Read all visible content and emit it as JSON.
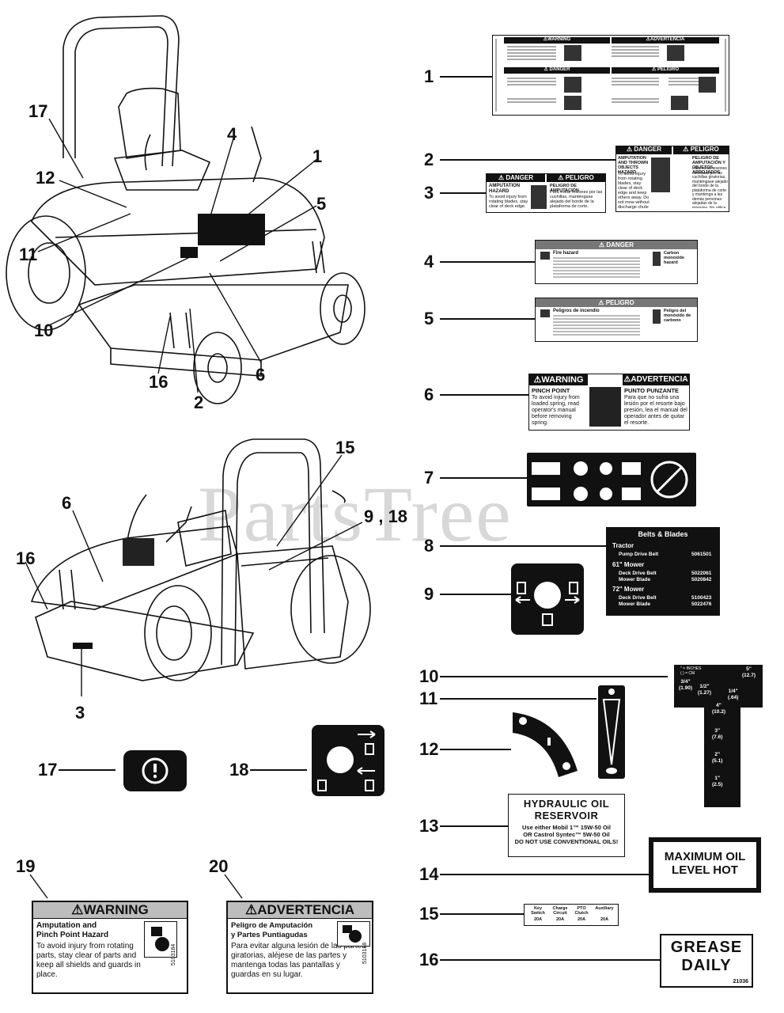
{
  "watermark": "PartsTree",
  "callouts": {
    "c1": "1",
    "c2": "2",
    "c3": "3",
    "c4": "4",
    "c5": "5",
    "c6": "6",
    "c7": "7",
    "c8": "8",
    "c9": "9",
    "c10": "10",
    "c11": "11",
    "c12": "12",
    "c13": "13",
    "c14": "14",
    "c15": "15",
    "c16": "16",
    "c17": "17",
    "c18": "18",
    "c19": "19",
    "c20": "20",
    "d17": "17",
    "d12": "12",
    "d11": "11",
    "d10": "10",
    "d16": "16",
    "d2": "2",
    "d6": "6",
    "d5": "5",
    "d4": "4",
    "d1": "1",
    "r15": "15",
    "r918": "9 , 18",
    "r6": "6",
    "r16": "16",
    "r3": "3"
  },
  "decal1": {
    "warning": "⚠WARNING",
    "advertencia": "⚠ADVERTENCIA",
    "danger": "⚠ DANGER",
    "peligro": "⚠ PELIGRO"
  },
  "decal2": {
    "danger": "⚠ DANGER",
    "peligro": "⚠ PELIGRO",
    "title_en": "AMPUTATION AND THROWN OBJECTS HAZARD",
    "body_en": "To avoid injury from rotating blades, stay clear of deck edge and keep others away. Do not mow without discharge chute or entire grass catcher in place.",
    "title_es": "PELIGRO DE AMPUTACIÓN Y OBJETOS ARROJADOS",
    "body_es": "Para evitar lesiones causadas por las cuchillas giratorias, manténgase alejado del borde de la plataforma de corte y mantenga a las demás personas alejadas de la máquina. No utilice la máquina sin el tubo de descarga o sin el recogedor de césped en su lugar."
  },
  "decal3": {
    "danger": "⚠ DANGER",
    "peligro": "⚠ PELIGRO",
    "title_en": "AMPUTATION HAZARD",
    "body_en": "To avoid injury from rotating blades, stay clear of deck edge.",
    "title_es": "PELIGRO DE AMPUTACIÓN",
    "body_es": "Para evitar lesiones por las cuchillas, manténgase alejado del borde de la plataforma de corte."
  },
  "decal4": {
    "header": "⚠ DANGER",
    "fire": "Fire hazard",
    "co": "Carbon monoxide hazard"
  },
  "decal5": {
    "header": "⚠ PELIGRO",
    "fire": "Peligros de incendio",
    "co": "Peligro del monóxido de carbono"
  },
  "decal6": {
    "warning": "⚠WARNING",
    "advertencia": "⚠ADVERTENCIA",
    "title_en": "PINCH POINT",
    "body_en": "To avoid injury from loaded spring, read operator's manual before removing spring.",
    "title_es": "PUNTO PUNZANTE",
    "body_es": "Para que no sufra una lesión por el resorte bajo presión, lea el manual del operador antes de quitar el resorte."
  },
  "decal8": {
    "title": "Belts & Blades",
    "tractor": "Tractor",
    "pump_label": "Pump Drive Belt",
    "pump_val": "5061501",
    "m61": "61\" Mower",
    "deck61_label": "Deck Drive Belt",
    "deck61_val": "5022061",
    "blade61_label": "Mower Blade",
    "blade61_val": "5020842",
    "m72": "72\" Mower",
    "deck72_label": "Deck Drive Belt",
    "deck72_val": "5100423",
    "blade72_label": "Mower Blade",
    "blade72_val": "5022476"
  },
  "decal10": {
    "inches": "\" = INCHES\n( ) = CM",
    "v5": "5\"\n(12.7)",
    "v34": "3/4\"\n(1.90)",
    "v12": "1/2\"\n(1.27)",
    "v14": "1/4\"\n(.64)",
    "v4": "4\"\n(10.2)",
    "v3": "3\"\n(7.6)",
    "v2": "2\"\n(5.1)",
    "v1": "1\"\n(2.5)"
  },
  "decal13": {
    "line1": "HYDRAULIC OIL",
    "line2": "RESERVOIR",
    "line3": "Use either Mobil 1™ 15W-50 Oil",
    "line4": "OR Castrol Syntec™ 5W-50 Oil",
    "line5": "DO NOT USE CONVENTIONAL OILS!"
  },
  "decal14": {
    "line1": "MAXIMUM OIL",
    "line2": "LEVEL HOT"
  },
  "decal15": {
    "h1": "Key\nSwitch",
    "h2": "Charge\nCircuit",
    "h3": "PTO\nClutch",
    "h4": "Auxiliary",
    "v1": "20A",
    "v2": "20A",
    "v3": "20A",
    "v4": "20A"
  },
  "decal16": {
    "line1": "GREASE",
    "line2": "DAILY",
    "code": "21036"
  },
  "decal19": {
    "header": "⚠WARNING",
    "title": "Amputation and\nPinch Point Hazard",
    "body": "To avoid injury from rotating parts, stay clear of parts and keep all shields and guards in place.",
    "code": "5103184"
  },
  "decal20": {
    "header": "⚠ADVERTENCIA",
    "title": "Peligro de Amputación\ny Partes Puntiagudas",
    "body": "Para evitar alguna lesión de las partes giratorias, aléjese de las partes y mantenga todas las pantallas y guardas en su lugar.",
    "code": "5103188"
  }
}
